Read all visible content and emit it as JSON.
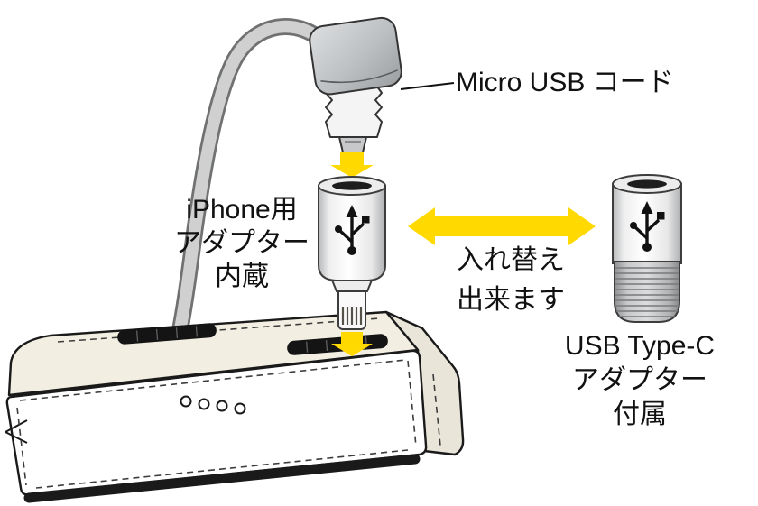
{
  "diagram": {
    "micro_usb_label": "Micro USB コード",
    "iphone_adapter_label": {
      "line1": "iPhone用",
      "line2": "アダプター",
      "line3": "内蔵"
    },
    "swap_label": {
      "line1": "入れ替え",
      "line2": "出来ます"
    },
    "typec_label": {
      "line1": "USB Type-C",
      "line2": "アダプター",
      "line3": "付属"
    }
  },
  "colors": {
    "arrow_yellow": "#FFD900",
    "cable_gray": "#D0D0D0",
    "outline_black": "#1A1A1A"
  },
  "icons": {
    "usb_trident": "usb-trident-icon",
    "down_arrow": "down-arrow-icon",
    "swap_arrow": "left-right-arrow-icon"
  }
}
